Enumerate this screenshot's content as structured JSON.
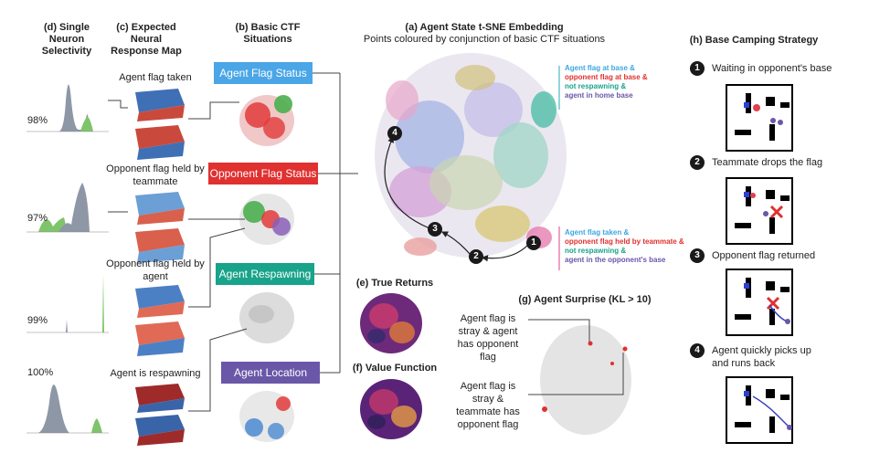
{
  "colors": {
    "flag_status": "#4aa6e6",
    "opponent_flag_status": "#e03030",
    "respawning": "#18a38a",
    "location": "#6a57a8",
    "gray_dist": "#8e97a6",
    "green_dist": "#7fc46a"
  },
  "col_d": {
    "title": "(d) Single Neuron Selectivity",
    "percentages": [
      "98%",
      "97%",
      "99%",
      "100%"
    ]
  },
  "col_c": {
    "title": "(c) Expected Neural Response Map",
    "labels": [
      "Agent flag taken",
      "Opponent flag held by teammate",
      "Opponent flag held by agent",
      "Agent is respawning"
    ]
  },
  "col_b": {
    "title": "(b) Basic CTF Situations",
    "boxes": [
      "Agent Flag Status",
      "Opponent Flag Status",
      "Agent Respawning",
      "Agent Location"
    ]
  },
  "panel_a": {
    "title": "(a) Agent State t-SNE Embedding",
    "subtitle": "Points coloured by conjunction of basic CTF situations",
    "legend_top": [
      "Agent flag at base &",
      "opponent flag at base &",
      "not respawning &",
      "agent in home base"
    ],
    "legend_bottom": [
      "Agent flag taken &",
      "opponent flag held by teammate &",
      "not respawning &",
      "agent in the opponent's base"
    ],
    "markers": [
      "1",
      "2",
      "3",
      "4"
    ]
  },
  "panel_e": {
    "title": "(e) True Returns"
  },
  "panel_f": {
    "title": "(f) Value Function"
  },
  "panel_g": {
    "title": "(g) Agent Surprise (KL > 10)",
    "note1": "Agent flag is stray & agent has opponent flag",
    "note2": "Agent flag is stray & teammate has opponent flag"
  },
  "panel_h": {
    "title": "(h) Base Camping Strategy",
    "steps": [
      {
        "num": "1",
        "text": "Waiting in opponent's base"
      },
      {
        "num": "2",
        "text": "Teammate drops the flag"
      },
      {
        "num": "3",
        "text": "Opponent flag returned"
      },
      {
        "num": "4",
        "text": "Agent quickly picks up and runs back"
      }
    ]
  }
}
